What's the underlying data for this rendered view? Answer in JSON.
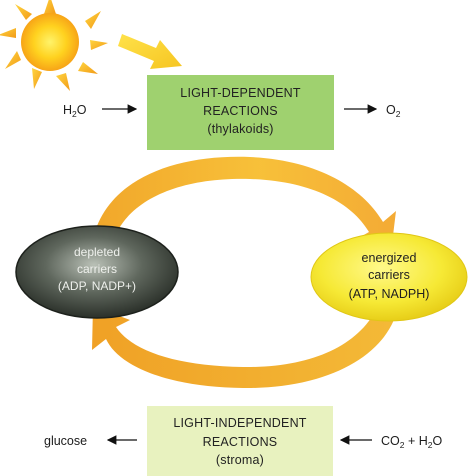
{
  "light_dependent": {
    "line1": "LIGHT-DEPENDENT",
    "line2": "REACTIONS",
    "line3": "(thylakoids)",
    "input_main": "H",
    "input_sub": "2",
    "input_tail": "O",
    "output_main": "O",
    "output_sub": "2"
  },
  "depleted": {
    "line1": "depleted",
    "line2": "carriers",
    "line3": "(ADP, NADP+)"
  },
  "energized": {
    "line1": "energized",
    "line2": "carriers",
    "line3": "(ATP, NADPH)"
  },
  "light_independent": {
    "line1": "LIGHT-INDEPENDENT",
    "line2": "REACTIONS",
    "line3": "(stroma)",
    "output": "glucose",
    "input_co": "CO",
    "input_co_sub": "2",
    "input_plus": " + H",
    "input_h2o_sub": "2",
    "input_o": "O"
  },
  "colors": {
    "box_green": "#9fd16f",
    "box_light_green": "#e8f2bf",
    "sun_orange": "#f5a623",
    "arrow_orange": "#f3ad2b",
    "ellipse_yellow": "#f7ea3b",
    "ellipse_dark": "#4a5148"
  }
}
